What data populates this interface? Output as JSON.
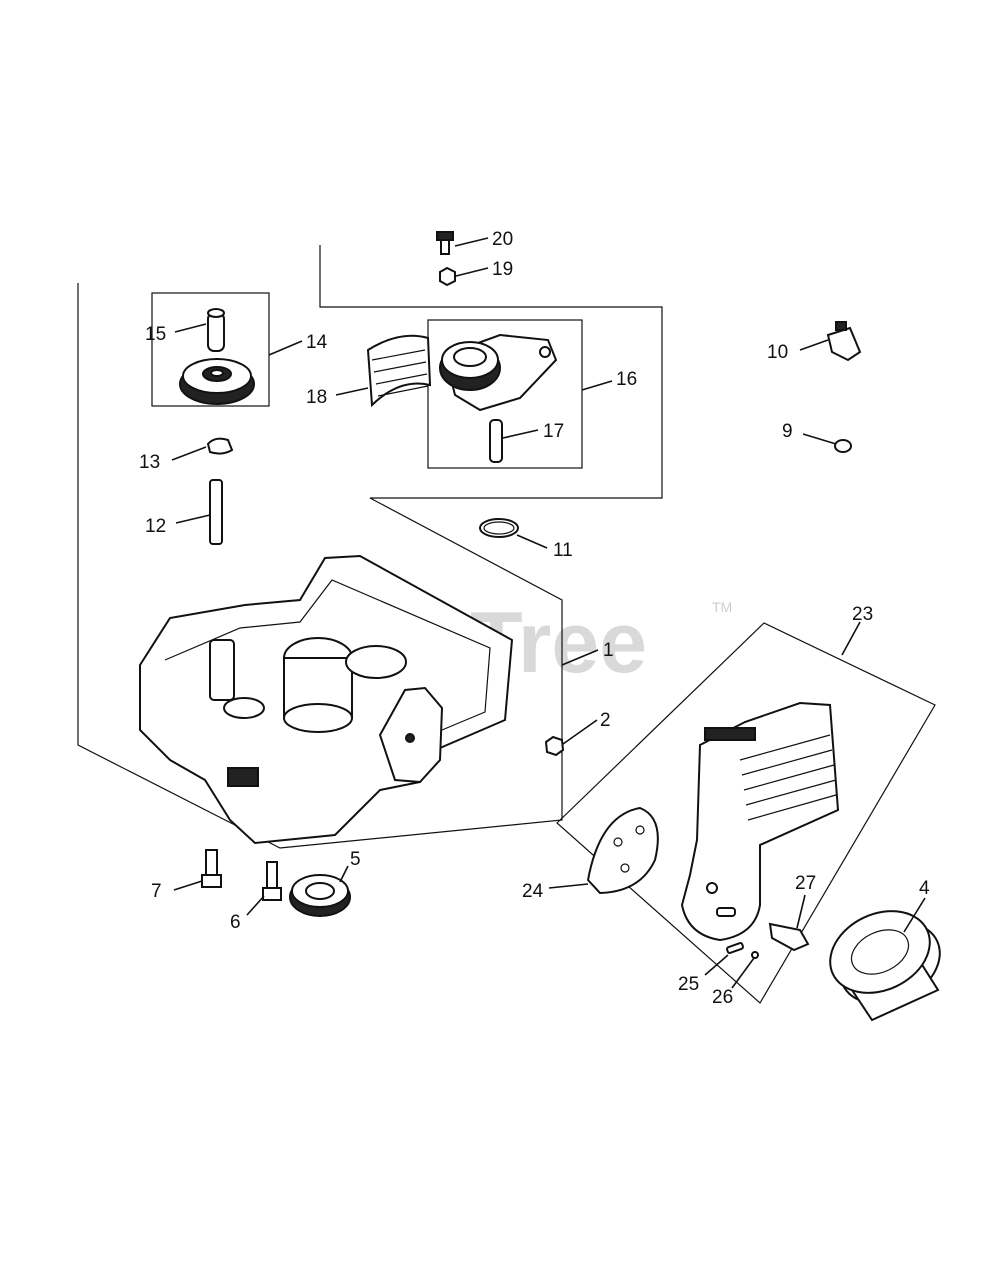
{
  "watermark": {
    "text": "PartsTree",
    "tm": "TM"
  },
  "callouts": [
    "1",
    "2",
    "4",
    "5",
    "6",
    "7",
    "9",
    "10",
    "11",
    "12",
    "13",
    "14",
    "15",
    "16",
    "17",
    "18",
    "19",
    "20",
    "23",
    "24",
    "25",
    "26",
    "27"
  ]
}
